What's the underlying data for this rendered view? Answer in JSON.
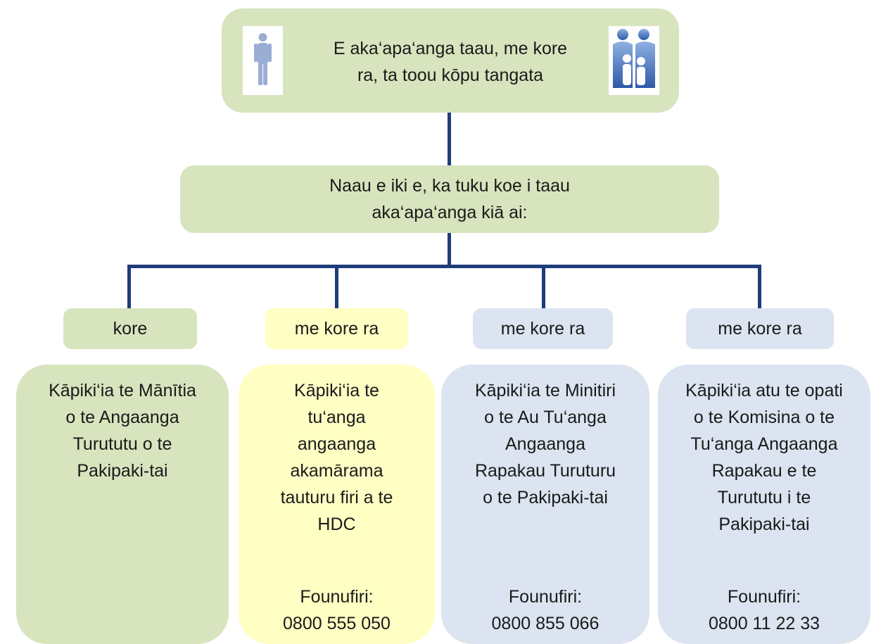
{
  "top": {
    "text": "E aka‘apa‘anga taau, me kore\nra, ta toou kōpu tangata",
    "icon_left": "person-icon",
    "icon_right": "family-icon"
  },
  "middle": {
    "text": "Naau e iki e, ka tuku koe i taau\naka‘apa‘anga kiā ai:"
  },
  "options": [
    {
      "header": "kore",
      "body": "Kāpiki‘ia te Mānītia\no te Angaanga\nTurututu o te\nPakipaki-tai",
      "phone": ""
    },
    {
      "header": "me kore ra",
      "body": "Kāpiki‘ia te\ntu‘anga\nangaanga\nakamārama\ntauturu firi a te\nHDC",
      "phone": "Founufiri:\n0800 555 050"
    },
    {
      "header": "me kore ra",
      "body": "Kāpiki‘ia te Minitiri\no te Au Tu‘anga\nAngaanga\nRapakau Turuturu\no te Pakipaki-tai",
      "phone": "Founufiri:\n0800 855 066"
    },
    {
      "header": "me kore ra",
      "body": "Kāpiki‘ia atu te opati\no te Komisina o te\nTu‘anga Angaanga\nRapakau e te\nTurututu i te\nPakipaki-tai",
      "phone": "Founufiri:\n0800 11 22 33"
    }
  ],
  "colors": {
    "green": "#d7e4bd",
    "yellow": "#ffffc4",
    "blue": "#dbe4f0",
    "connector": "#1f3d7a"
  }
}
